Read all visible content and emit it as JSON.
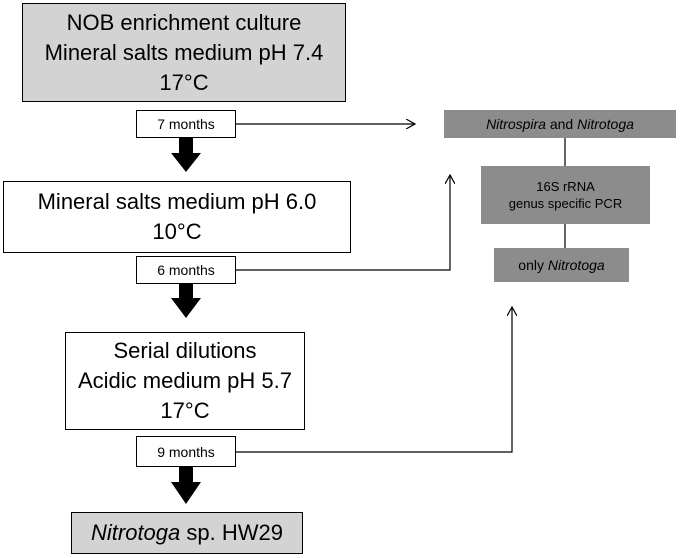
{
  "steps": [
    {
      "lines": [
        "NOB enrichment culture",
        "Mineral salts medium pH 7.4",
        "17°C"
      ]
    },
    {
      "lines": [
        "Mineral salts medium pH 6.0",
        "10°C"
      ]
    },
    {
      "lines": [
        "Serial dilutions",
        "Acidic medium pH 5.7",
        "17°C"
      ]
    }
  ],
  "durations": [
    "7 months",
    "6 months",
    "9 months"
  ],
  "result": {
    "italic": "Nitrotoga",
    "rest": " sp. HW29"
  },
  "pcr": {
    "top": {
      "italic1": "Nitrospira",
      "mid": " and ",
      "italic2": "Nitrotoga"
    },
    "method": [
      "16S rRNA",
      "genus specific PCR"
    ],
    "bottom": {
      "prefix": "only ",
      "italic": "Nitrotoga"
    }
  },
  "colors": {
    "grey_box": "#d3d3d3",
    "dark_box": "#8c8c8c"
  }
}
